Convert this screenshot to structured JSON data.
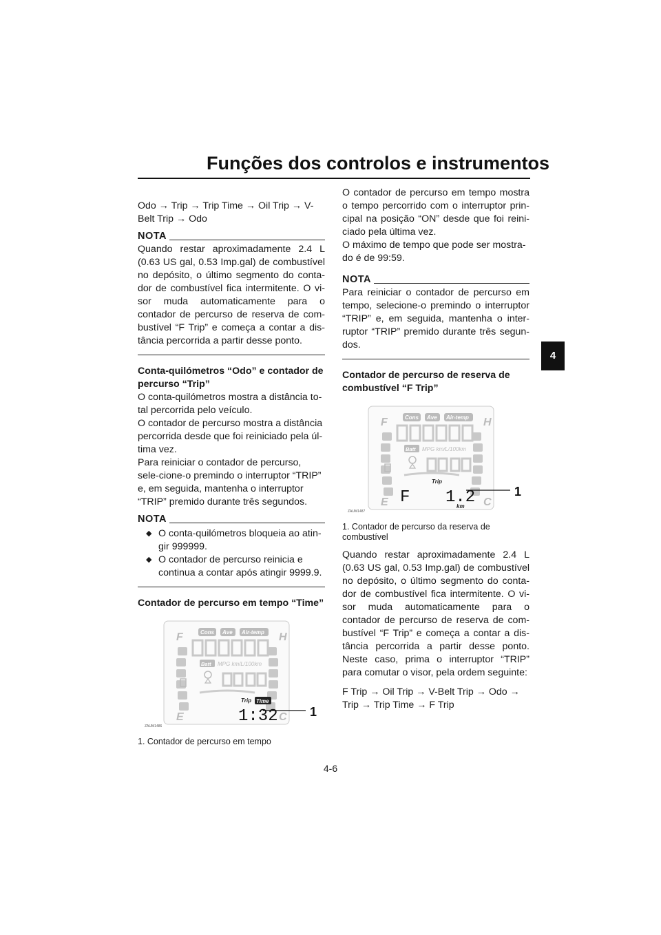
{
  "header": {
    "title": "Funções dos controlos e instrumentos",
    "chapter_tab": "4"
  },
  "left": {
    "intro_seq": "Odo → Trip → Trip Time → Oil Trip → V-Belt Trip → Odo",
    "nota1_label": "NOTA",
    "nota1_text": "Quando restar aproximadamente 2.4 L (0.63 US gal, 0.53 Imp.gal) de combustível no depósito, o último segmento do conta-dor de combustível fica intermitente. O vi-sor muda automaticamente para o contador de percurso de reserva de com-bustível “F Trip” e começa a contar a dis-tância percorrida a partir desse ponto.",
    "heading_odo": "Conta-quilómetros “Odo” e contador de percurso “Trip”",
    "odo_p1": "O conta-quilómetros mostra a distância to-tal percorrida pelo veículo.",
    "odo_p2": "O contador de percurso mostra a distância percorrida desde que foi reiniciado pela úl-tima vez.",
    "odo_p3": "Para reiniciar o contador de percurso, sele-cione-o premindo o interruptor “TRIP” e, em seguida, mantenha o interruptor “TRIP” premido durante três segundos.",
    "nota2_label": "NOTA",
    "nota2_items": [
      "O conta-quilómetros bloqueia ao atin-gir 999999.",
      "O contador de percurso reinicia e continua a contar após atingir 9999.9."
    ],
    "heading_time": "Contador de percurso em tempo “Time”",
    "figure1": {
      "code": "ZAUM1486",
      "callout": "1",
      "display_value": "1:32",
      "trip_label": "Trip",
      "time_label": "Time"
    },
    "figure1_caption": "1. Contador de percurso em tempo"
  },
  "right": {
    "time_p1": "O contador de percurso em tempo mostra o tempo percorrido com o interruptor prin-cipal na posição “ON” desde que foi reini-ciado pela última vez.",
    "time_p2": "O máximo de tempo que pode ser mostra-do é de 99:59.",
    "nota3_label": "NOTA",
    "nota3_text": "Para reiniciar o contador de percurso em tempo, selecione-o premindo o interruptor “TRIP” e, em seguida, mantenha o inter-ruptor “TRIP” premido durante três segun-dos.",
    "heading_ftrip": "Contador de percurso de reserva de combustível “F Trip”",
    "figure2": {
      "code": "ZAUM1487",
      "callout": "1",
      "display_value": "1.2",
      "f_label": "F",
      "trip_label": "Trip",
      "unit_label": "km"
    },
    "figure2_caption_num": "1.",
    "figure2_caption": "Contador de percurso da reserva de combustível",
    "ftrip_p1": "Quando restar aproximadamente 2.4 L (0.63 US gal, 0.53 Imp.gal) de combustível no depósito, o último segmento do conta-dor de combustível fica intermitente. O vi-sor muda automaticamente para o contador de percurso de reserva de com-bustível “F Trip” e começa a contar a dis-tância percorrida a partir desse ponto. Neste caso, prima o interruptor “TRIP” para comutar o visor, pela ordem seguinte:",
    "ftrip_seq": "F Trip → Oil Trip → V-Belt Trip → Odo → Trip → Trip Time → F Trip"
  },
  "dash_labels": {
    "cons": "Cons",
    "ave": "Ave",
    "air_temp": "Air-temp",
    "batt": "Batt",
    "units": "MPG km/L/100km",
    "fuel_full": "F",
    "fuel_empty": "E",
    "temp_hot": "H",
    "temp_cold": "C"
  },
  "footer": {
    "page_number": "4-6"
  }
}
